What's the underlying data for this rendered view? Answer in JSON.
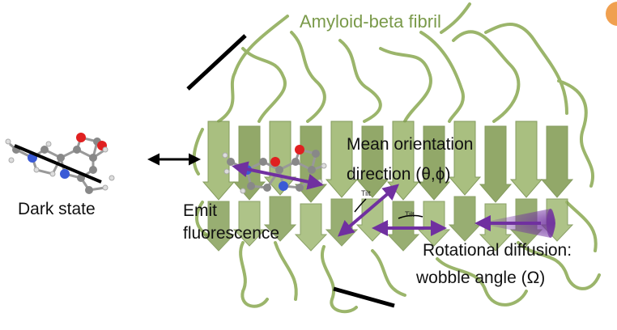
{
  "title": "Amyloid-beta fibril",
  "dark_state_label": "Dark state",
  "emit_label_line1": "Emit",
  "emit_label_line2": "fluorescence",
  "mean_orientation_line1": "Mean orientation",
  "mean_orientation_line2": "direction (θ,ϕ)",
  "rotational_line1": "Rotational diffusion:",
  "rotational_line2": "wobble angle (Ω)",
  "tilt_label_1": "Tilt",
  "tilt_label_2": "Tilt",
  "colors": {
    "fibril": "#9bb56b",
    "fibril_dark": "#7f9a4f",
    "title": "#7a9a4a",
    "arrow": "#7030a0",
    "accent": "#f0a050"
  }
}
